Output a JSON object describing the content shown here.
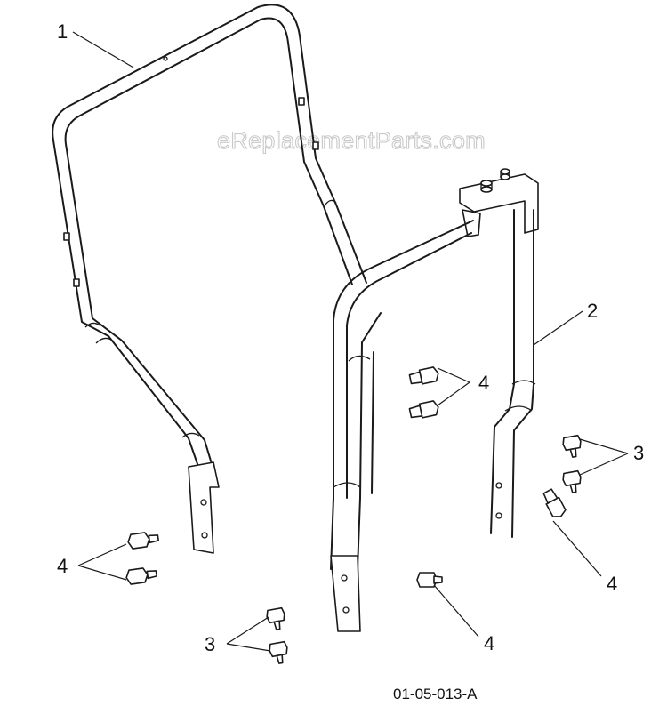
{
  "watermark": "eReplacementParts.com",
  "drawing_number": "01-05-013-A",
  "callouts": {
    "part_1": "1",
    "part_2": "2",
    "part_3_right": "3",
    "part_3_bottom": "3",
    "part_4_left": "4",
    "part_4_center": "4",
    "part_4_bottom": "4",
    "part_4_right": "4"
  }
}
